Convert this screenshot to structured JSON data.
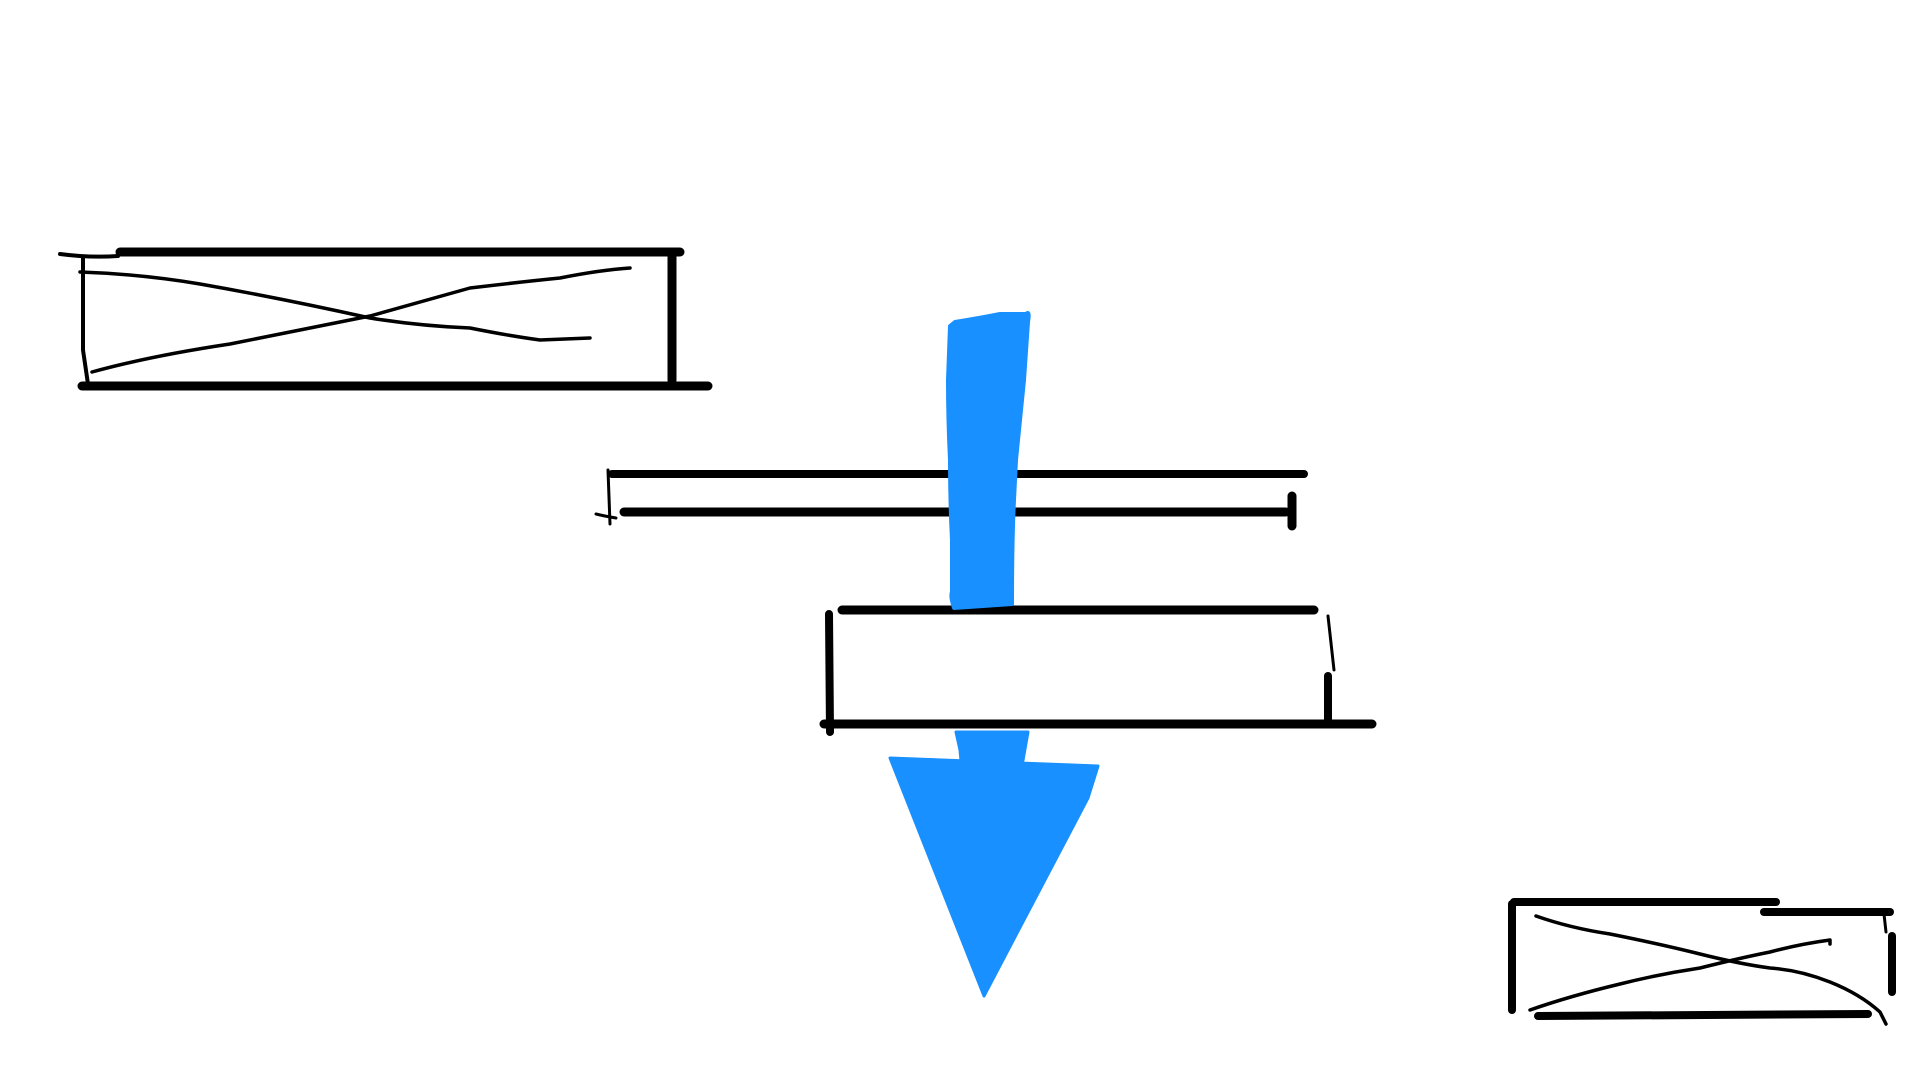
{
  "colors": {
    "background": "#ffffff",
    "ink": "#000000",
    "arrow": "#1890ff"
  },
  "diagram": {
    "kind": "hand-drawn sketch",
    "elements": [
      {
        "id": "placeholder-box-top-left",
        "shape": "rectangle with cross"
      },
      {
        "id": "thin-bar",
        "shape": "rectangle"
      },
      {
        "id": "target-box",
        "shape": "rectangle"
      },
      {
        "id": "placeholder-box-bottom-right",
        "shape": "rectangle with cross"
      }
    ],
    "arrow": {
      "id": "drop-arrow",
      "direction": "down",
      "from": "thin-bar",
      "through": "target-box"
    }
  }
}
